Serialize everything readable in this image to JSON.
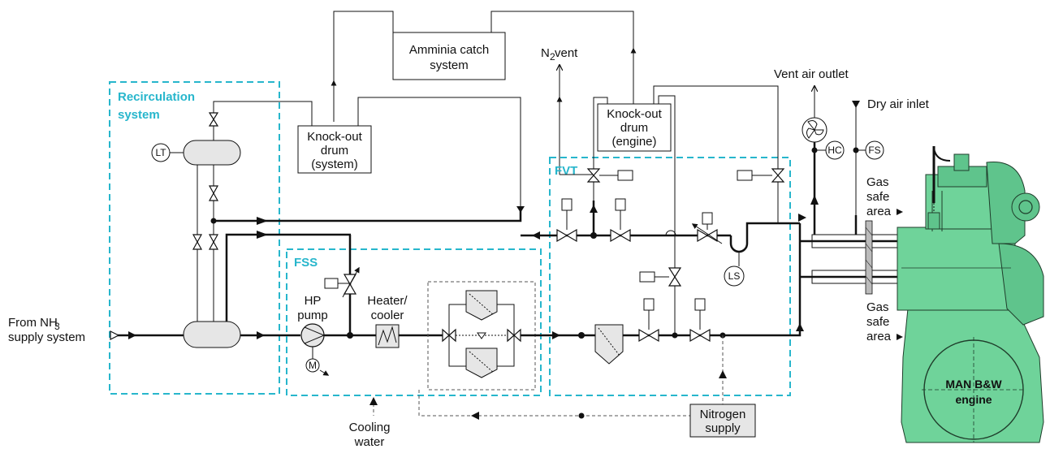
{
  "labels": {
    "ammonia_catch": [
      "Amminia catch",
      "system"
    ],
    "n2_vent": [
      "N",
      "2",
      " vent"
    ],
    "vent_air_outlet": "Vent air outlet",
    "dry_air_inlet": "Dry air inlet",
    "recirculation": [
      "Recirculation",
      "system"
    ],
    "knockout_system": [
      "Knock-out",
      "drum",
      "(system)"
    ],
    "knockout_engine": [
      "Knock-out",
      "drum",
      "(engine)"
    ],
    "fvt": "FVT",
    "fss": "FSS",
    "hp_pump": [
      "HP",
      "pump"
    ],
    "heater_cooler": [
      "Heater/",
      "cooler"
    ],
    "from_nh3": [
      "From NH",
      "3",
      "supply system"
    ],
    "gas_safe_area_1": [
      "Gas",
      "safe",
      "area"
    ],
    "gas_safe_area_2": [
      "Gas",
      "safe",
      "area"
    ],
    "cooling_water": [
      "Cooling",
      "water"
    ],
    "nitrogen_supply": [
      "Nitrogen",
      "supply"
    ],
    "engine": [
      "MAN B&W",
      "engine"
    ],
    "lt": "LT",
    "ls": "LS",
    "hc": "HC",
    "fs": "FS",
    "motor": "M"
  },
  "colors": {
    "section_box": "#27b6cc",
    "engine_green": "#6fd39a",
    "equipment_grey": "#e6e6e6"
  },
  "icons": [
    "valve-icon",
    "actuator-icon",
    "pump-icon",
    "motor-icon",
    "fan-icon",
    "filter-icon",
    "heat-exchanger-icon",
    "arrow-icon"
  ]
}
